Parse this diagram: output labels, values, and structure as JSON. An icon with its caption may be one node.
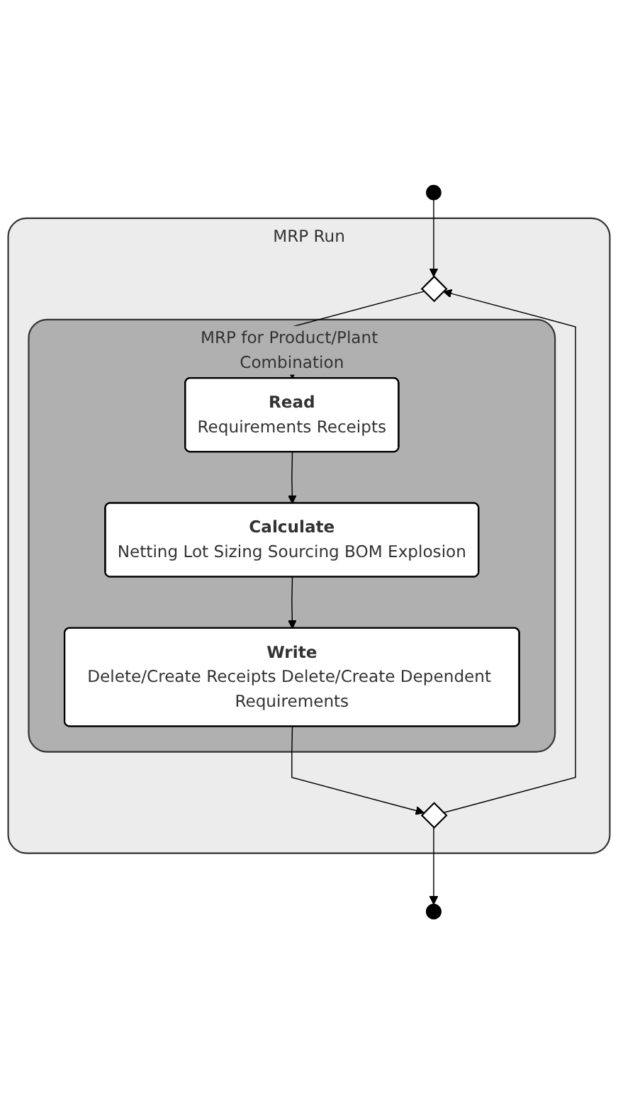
{
  "diagram": {
    "nodes": [
      {
        "text": [],
        "shape": "circle"
      },
      {
        "text": [
          "MRP Run"
        ]
      },
      {
        "text": [],
        "shape": "diamond",
        "in": 1
      },
      {
        "text": [
          "MRP for Product/Plant Combination"
        ],
        "in": 1
      },
      {
        "text": [
          "Read",
          "Requirements Receipts"
        ],
        "in": 3
      },
      {
        "text": [
          "Calculate",
          "Netting Lot Sizing Sourcing BOM Explosion"
        ],
        "in": 3
      },
      {
        "text": [
          "Write",
          "Delete/Create Receipts Delete/Create Dependent Requirements"
        ],
        "in": 3
      },
      {
        "text": [],
        "shape": "diamond",
        "in": 1
      },
      {
        "text": [],
        "shape": "circle"
      }
    ],
    "edges": [
      {
        "from": 0,
        "to": 2,
        "arrow": "to"
      },
      {
        "from": 2,
        "to": 4,
        "arrow": "to"
      },
      {
        "from": 4,
        "to": 5,
        "arrow": "to"
      },
      {
        "from": 5,
        "to": 6,
        "arrow": "to"
      },
      {
        "from": 6,
        "to": 7,
        "arrow": "to"
      },
      {
        "from": 7,
        "to": 2,
        "arrow": "to"
      },
      {
        "from": 7,
        "to": 8,
        "arrow": "to"
      }
    ]
  }
}
